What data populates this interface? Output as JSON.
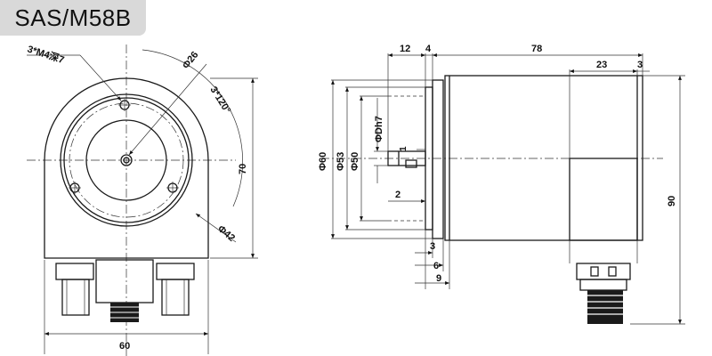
{
  "title": "SAS/M58B",
  "front_view": {
    "mount_holes": "3*M4深7",
    "bolt_circle": "Φ26",
    "angle": "3*120°",
    "outer_diameter": "Φ42",
    "height": "70",
    "width": "60"
  },
  "side_view": {
    "d60": "Φ60",
    "d53": "Φ53",
    "d50": "Φ50",
    "shaft": "ΦDh7",
    "top_12": "12",
    "top_4": "4",
    "top_78": "78",
    "top_23": "23",
    "top_3": "3",
    "key_1": "1",
    "key_2": "2",
    "bot_3": "3",
    "bot_6": "6",
    "bot_9": "9",
    "height_90": "90"
  }
}
